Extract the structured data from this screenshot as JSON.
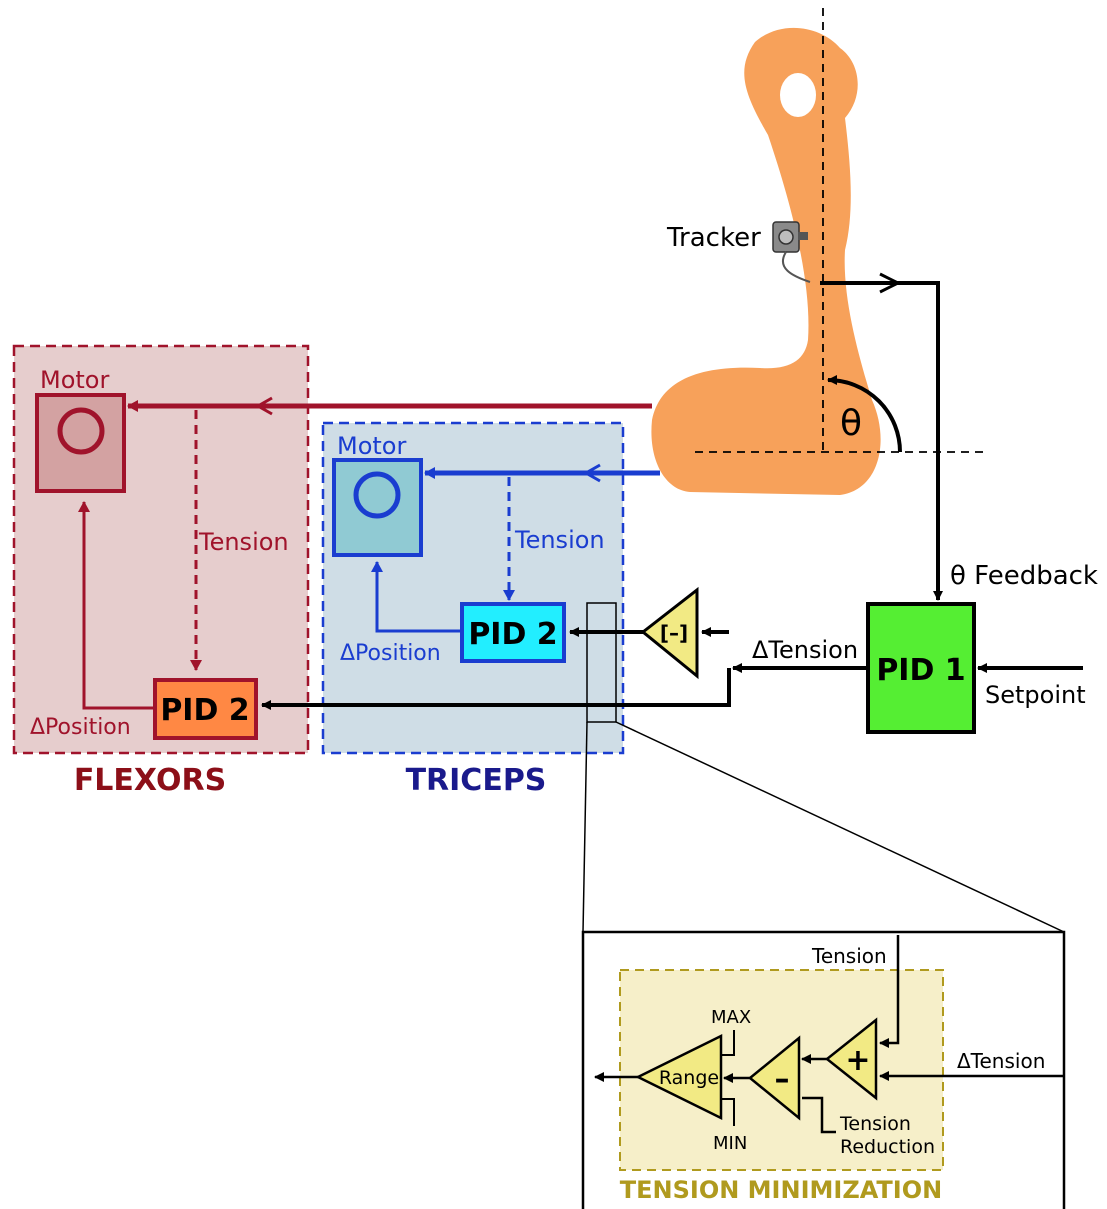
{
  "arm": {
    "tracker_label": "Tracker",
    "angle_symbol": "θ"
  },
  "flexors": {
    "motor_label": "Motor",
    "tension_label": "Tension",
    "position_label": "ΔPosition",
    "pid_label": "PID 2",
    "title": "FLEXORS"
  },
  "triceps": {
    "motor_label": "Motor",
    "tension_label": "Tension",
    "position_label": "ΔPosition",
    "pid_label": "PID 2",
    "title": "TRICEPS"
  },
  "controller": {
    "pid_label": "PID 1",
    "feedback_label": "θ Feedback",
    "setpoint_label": "Setpoint",
    "delta_tension_label": "ΔTension",
    "inverter_symbol": "[–]"
  },
  "zoom": {
    "tension_label": "Tension",
    "delta_tension_label": "ΔTension",
    "max_label": "MAX",
    "min_label": "MIN",
    "range_label": "Range",
    "minus_symbol": "–",
    "plus_symbol": "+",
    "reduction_label_1": "Tension",
    "reduction_label_2": "Reduction",
    "title": "TENSION MINIMIZATION"
  },
  "colors": {
    "flexor_red": "#a0132b",
    "triceps_blue": "#1a3dd0",
    "triceps_title": "#1a1a8c",
    "arm_orange": "#f7a15a",
    "pid1_green": "#55ee33",
    "pid2_triceps_cyan": "#22eeff",
    "pid2_flexor_orange": "#ff8844",
    "amp_yellow": "#f2ea84",
    "zoom_gold": "#b09a1e"
  }
}
